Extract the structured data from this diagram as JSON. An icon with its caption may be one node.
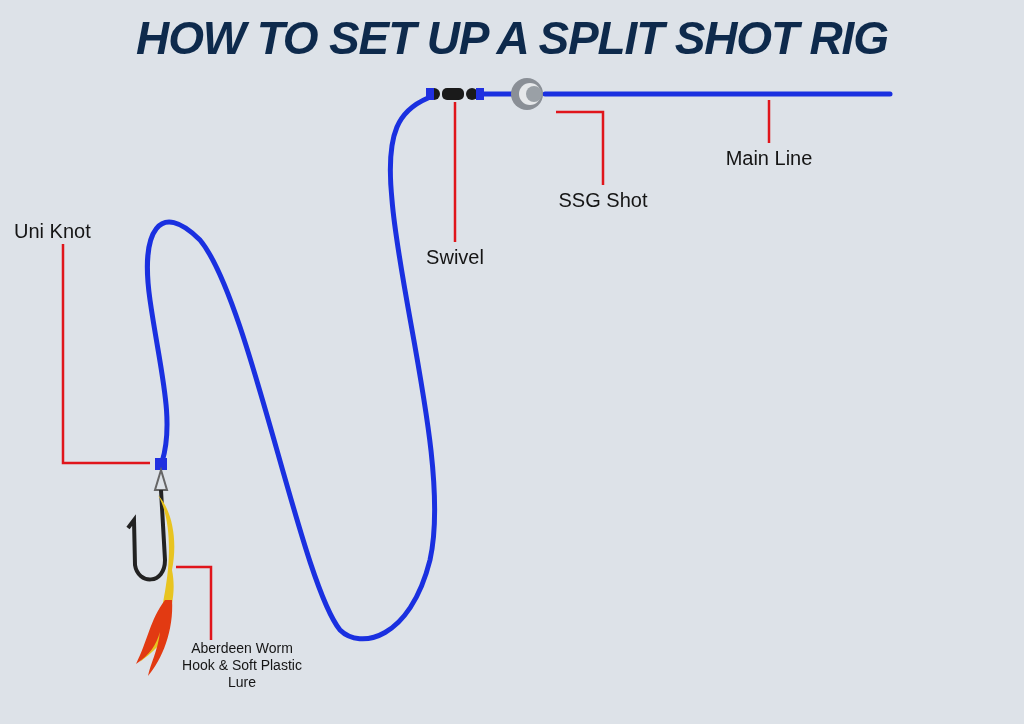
{
  "diagram": {
    "title": "HOW TO SET UP A SPLIT SHOT RIG",
    "nodes": [
      {
        "text": [
          "Uni Knot"
        ]
      },
      {
        "text": [
          "Swivel"
        ]
      },
      {
        "text": [
          "SSG Shot"
        ]
      },
      {
        "text": [
          "Main Line"
        ]
      },
      {
        "text": [
          "Aberdeen Worm Hook & Soft Plastic Lure"
        ]
      }
    ],
    "edges": [
      {
        "from": 0,
        "to": null,
        "arrow": "none"
      },
      {
        "from": 1,
        "to": null,
        "arrow": "none"
      },
      {
        "from": 2,
        "to": null,
        "arrow": "none"
      },
      {
        "from": 3,
        "to": null,
        "arrow": "none"
      },
      {
        "from": 4,
        "to": null,
        "arrow": "none"
      }
    ]
  }
}
